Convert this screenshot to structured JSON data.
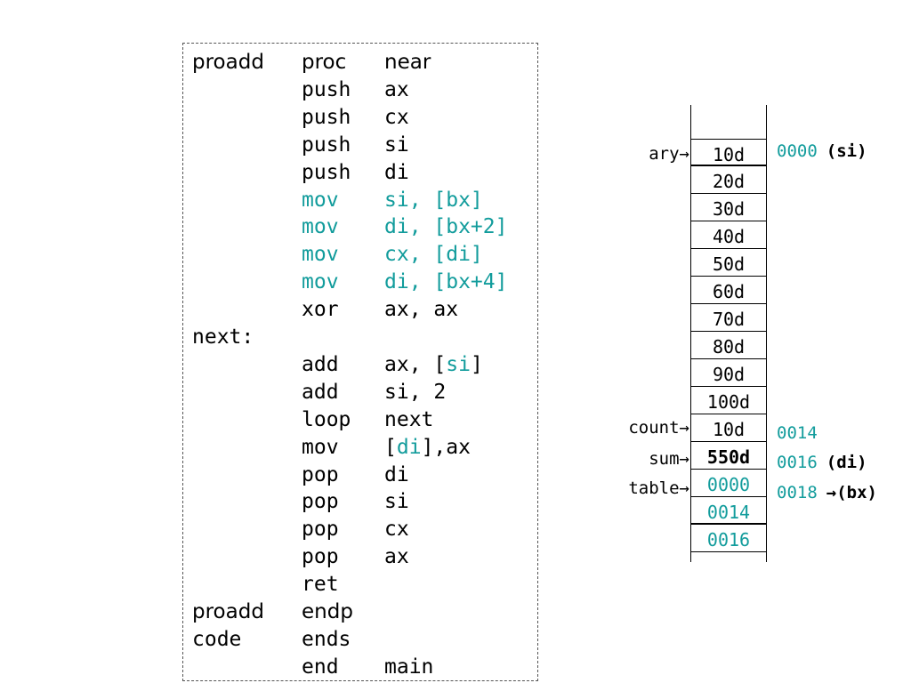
{
  "code": [
    {
      "label": "proadd",
      "op": "proc",
      "arg": "near",
      "style": "strong"
    },
    {
      "label": "",
      "op": "push",
      "arg": "ax"
    },
    {
      "label": "",
      "op": "push",
      "arg": "cx"
    },
    {
      "label": "",
      "op": "push",
      "arg": "si"
    },
    {
      "label": "",
      "op": "push",
      "arg": "di"
    },
    {
      "label": "",
      "op": "mov",
      "arg": "si, [bx]",
      "hl": "all"
    },
    {
      "label": "",
      "op": "mov",
      "arg": "di, [bx+2]",
      "hl": "all"
    },
    {
      "label": "",
      "op": "mov",
      "arg": "cx, [di]",
      "hl": "all"
    },
    {
      "label": "",
      "op": "mov",
      "arg": "di, [bx+4]",
      "hl": "all"
    },
    {
      "label": "",
      "op": "xor",
      "arg": "ax, ax"
    },
    {
      "label": "next:",
      "op": "",
      "arg": ""
    },
    {
      "label": "",
      "op": "add",
      "arg_parts": [
        "ax, [",
        "si",
        "]"
      ]
    },
    {
      "label": "",
      "op": "add",
      "arg": "si, 2"
    },
    {
      "label": "",
      "op": "loop",
      "arg": "next"
    },
    {
      "label": "",
      "op": "mov",
      "arg_parts": [
        "[",
        "di",
        "],ax"
      ]
    },
    {
      "label": "",
      "op": "pop",
      "arg": "di"
    },
    {
      "label": "",
      "op": "pop",
      "arg": "si"
    },
    {
      "label": "",
      "op": "pop",
      "arg": "cx"
    },
    {
      "label": "",
      "op": "pop",
      "arg": "ax"
    },
    {
      "label": "",
      "op": "ret",
      "arg": ""
    },
    {
      "label": "proadd",
      "op": "endp",
      "arg": "",
      "style": "strong"
    },
    {
      "label": "code",
      "op": "ends",
      "arg": ""
    },
    {
      "label": "",
      "op": "end",
      "arg": "main"
    }
  ],
  "memory": {
    "cells": [
      "10d",
      "20d",
      "30d",
      "40d",
      "50d",
      "60d",
      "70d",
      "80d",
      "90d",
      "100d",
      "10d",
      "550d",
      "0000",
      "0014",
      "0016"
    ],
    "pointers": {
      "ary": "ary→",
      "count": "count→",
      "sum": "sum→",
      "table": "table→"
    },
    "addresses": {
      "ary": {
        "num": "0000",
        "reg": "(si)"
      },
      "count": {
        "num": "0014",
        "reg": ""
      },
      "sum": {
        "num": "0016",
        "reg": "(di)"
      },
      "table": {
        "num": "0018",
        "reg": "→(bx)"
      }
    }
  },
  "colors": {
    "highlight": "#129c9c"
  }
}
